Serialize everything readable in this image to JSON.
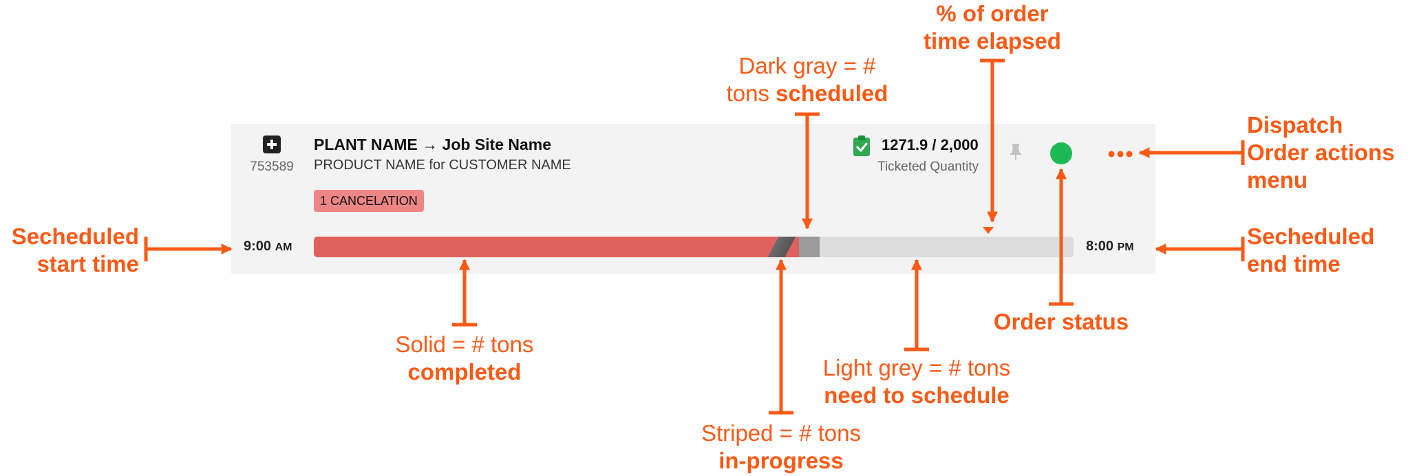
{
  "order": {
    "id": "753589",
    "title": "PLANT NAME → Job Site Name",
    "subtitle": "PRODUCT NAME for CUSTOMER NAME",
    "badge": "1 CANCELATION",
    "quantity": "1271.9 / 2,000",
    "quantity_label": "Ticketed Quantity",
    "start_time": "9:00",
    "start_ampm": "AM",
    "end_time": "8:00",
    "end_ampm": "PM",
    "status_color": "#1db954",
    "progress": {
      "completed_fraction": 0.593,
      "in_progress_fraction": 0.046,
      "scheduled_fraction": 0.027,
      "elapsed_fraction": 0.888
    }
  },
  "icons": {
    "add": "plus-square-icon",
    "ticket": "clipboard-check-icon",
    "pin": "pin-icon",
    "menu": "more-horizontal-icon"
  },
  "colors": {
    "annotation": "#fa5a16",
    "completed": "#e0605d",
    "scheduled": "#9b9b9b",
    "remaining": "#dcdcdc",
    "card_bg": "#f3f3f3"
  },
  "annotations": {
    "start_time": [
      "Secheduled",
      "start time"
    ],
    "end_time": [
      "Secheduled",
      "end time"
    ],
    "elapsed": [
      "% of order",
      "time elapsed"
    ],
    "scheduled": {
      "line1": "Dark gray = #",
      "line2_prefix": "tons ",
      "line2_bold": "scheduled"
    },
    "actions_menu": [
      "Dispatch",
      "Order actions",
      "menu"
    ],
    "completed": {
      "line1": "Solid = # tons",
      "line2": "completed"
    },
    "in_progress": {
      "line1": "Striped = # tons",
      "line2": "in-progress"
    },
    "need_schedule": {
      "line1": "Light grey = # tons",
      "line2": "need to schedule"
    },
    "status": "Order status"
  }
}
